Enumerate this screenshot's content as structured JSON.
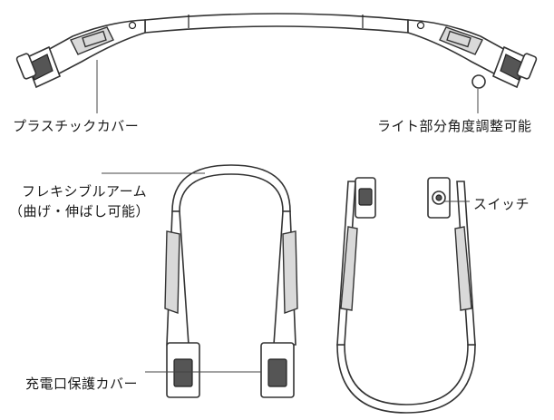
{
  "labels": {
    "plastic_cover": "プラスチックカバー",
    "angle_adjust": "ライト部分角度調整可能",
    "flexible_arm_line1": "フレキシブルアーム",
    "flexible_arm_line2": "（曲げ・伸ばし可能）",
    "switch": "スイッチ",
    "charge_cover": "充電口保護カバー"
  }
}
